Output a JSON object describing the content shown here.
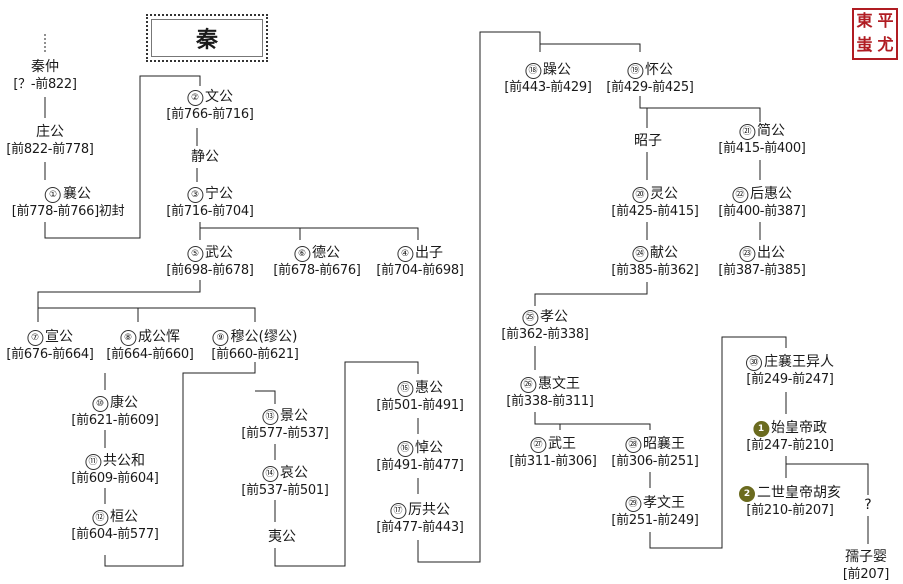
{
  "title": "秦",
  "seal": [
    "東",
    "平",
    "蚩",
    "尤"
  ],
  "nodes": {
    "qinzhong": {
      "name": "秦仲",
      "reign": "[？-前822]"
    },
    "zhuanggong": {
      "name": "庄公",
      "reign": "[前822-前778]"
    },
    "xianggong": {
      "num": "①",
      "name": "襄公",
      "reign": "[前778-前766]初封"
    },
    "wengong": {
      "num": "②",
      "name": "文公",
      "reign": "[前766-前716]"
    },
    "jinggong": {
      "name": "静公"
    },
    "ninggong": {
      "num": "③",
      "name": "宁公",
      "reign": "[前716-前704]"
    },
    "wugong": {
      "num": "⑤",
      "name": "武公",
      "reign": "[前698-前678]"
    },
    "degong": {
      "num": "⑥",
      "name": "德公",
      "reign": "[前678-前676]"
    },
    "chuzi": {
      "num": "④",
      "name": "出子",
      "reign": "[前704-前698]"
    },
    "xuangong": {
      "num": "⑦",
      "name": "宣公",
      "reign": "[前676-前664]"
    },
    "chenggong": {
      "num": "⑧",
      "name": "成公恽",
      "reign": "[前664-前660]"
    },
    "mugong": {
      "num": "⑨",
      "name": "穆公(缪公)",
      "reign": "[前660-前621]"
    },
    "kanggong": {
      "num": "⑩",
      "name": "康公",
      "reign": "[前621-前609]"
    },
    "gonggong": {
      "num": "⑪",
      "name": "共公和",
      "reign": "[前609-前604]"
    },
    "huangong": {
      "num": "⑫",
      "name": "桓公",
      "reign": "[前604-前577]"
    },
    "jinggong2": {
      "num": "⑬",
      "name": "景公",
      "reign": "[前577-前537]"
    },
    "aigong": {
      "num": "⑭",
      "name": "哀公",
      "reign": "[前537-前501]"
    },
    "yigong": {
      "name": "夷公"
    },
    "huigong": {
      "num": "⑮",
      "name": "惠公",
      "reign": "[前501-前491]"
    },
    "daogong": {
      "num": "⑯",
      "name": "悼公",
      "reign": "[前491-前477]"
    },
    "ligonggong": {
      "num": "⑰",
      "name": "厉共公",
      "reign": "[前477-前443]"
    },
    "zaogong": {
      "num": "⑱",
      "name": "躁公",
      "reign": "[前443-前429]"
    },
    "huaigong": {
      "num": "⑲",
      "name": "怀公",
      "reign": "[前429-前425]"
    },
    "zhaozi": {
      "name": "昭子"
    },
    "jiangong": {
      "num": "㉑",
      "name": "简公",
      "reign": "[前415-前400]"
    },
    "linggong": {
      "num": "⑳",
      "name": "灵公",
      "reign": "[前425-前415]"
    },
    "houhuigong": {
      "num": "㉒",
      "name": "后惠公",
      "reign": "[前400-前387]"
    },
    "xiangong": {
      "num": "㉔",
      "name": "献公",
      "reign": "[前385-前362]"
    },
    "chugong": {
      "num": "㉓",
      "name": "出公",
      "reign": "[前387-前385]"
    },
    "xiaogong": {
      "num": "㉕",
      "name": "孝公",
      "reign": "[前362-前338]"
    },
    "huiwenwang": {
      "num": "㉖",
      "name": "惠文王",
      "reign": "[前338-前311]"
    },
    "wuwang": {
      "num": "㉗",
      "name": "武王",
      "reign": "[前311-前306]"
    },
    "zhaoxiangwang": {
      "num": "㉘",
      "name": "昭襄王",
      "reign": "[前306-前251]"
    },
    "xiaowenwang": {
      "num": "㉙",
      "name": "孝文王",
      "reign": "[前251-前249]"
    },
    "zhuangxiangwang": {
      "num": "㉚",
      "name": "庄襄王异人",
      "reign": "[前249-前247]"
    },
    "shihuangdi": {
      "num": "1",
      "name": "始皇帝政",
      "reign": "[前247-前210]"
    },
    "ershi": {
      "num": "2",
      "name": "二世皇帝胡亥",
      "reign": "[前210-前207]"
    },
    "unknown": {
      "name": "?"
    },
    "ziying": {
      "name": "孺子婴",
      "reign": "[前207]"
    }
  }
}
